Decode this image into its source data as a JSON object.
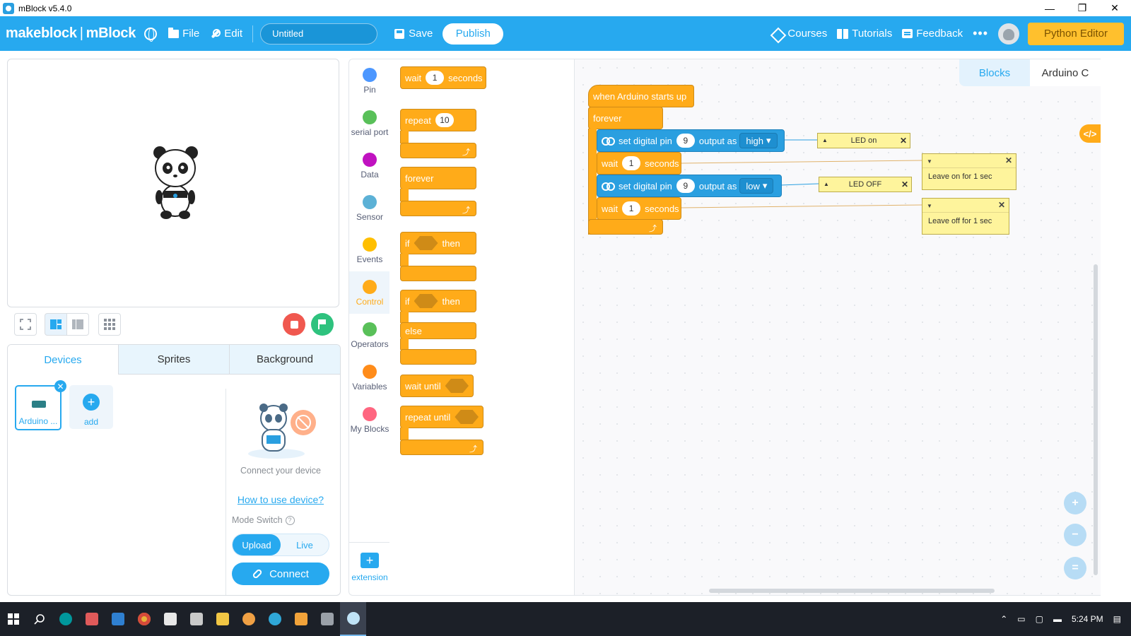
{
  "window": {
    "title": "mBlock v5.4.0",
    "controls": [
      "—",
      "❐",
      "✕"
    ]
  },
  "header": {
    "brand_left": "makeblock",
    "brand_sep": "|",
    "brand_right": "mBlock",
    "file_label": "File",
    "edit_label": "Edit",
    "project_name": "Untitled",
    "save_label": "Save",
    "publish_label": "Publish",
    "courses_label": "Courses",
    "tutorials_label": "Tutorials",
    "feedback_label": "Feedback",
    "more_label": "•••",
    "python_editor_label": "Python Editor"
  },
  "devices_panel": {
    "tabs": [
      "Devices",
      "Sprites",
      "Background"
    ],
    "active_tab": "Devices",
    "device_label": "Arduino ...",
    "add_label": "add",
    "close_glyph": "✕",
    "plus_glyph": "+",
    "connect_hint": "Connect your device",
    "howto_link": "How to use device?",
    "mode_switch_label": "Mode Switch",
    "help_glyph": "?",
    "mode_upload": "Upload",
    "mode_live": "Live",
    "connect_button": "Connect"
  },
  "categories": [
    {
      "name": "Pin",
      "color": "#4c97ff"
    },
    {
      "name": "serial port",
      "color": "#59c059"
    },
    {
      "name": "Data",
      "color": "#c012c0"
    },
    {
      "name": "Sensor",
      "color": "#5cb1d6"
    },
    {
      "name": "Events",
      "color": "#ffbf00"
    },
    {
      "name": "Control",
      "color": "#ffab19"
    },
    {
      "name": "Operators",
      "color": "#59c059"
    },
    {
      "name": "Variables",
      "color": "#ff8c1a"
    },
    {
      "name": "My Blocks",
      "color": "#ff6680"
    }
  ],
  "active_category": "Control",
  "extension_label": "extension",
  "extension_glyph": "+",
  "palette": {
    "wait": {
      "label": "wait",
      "value": "1",
      "suffix": "seconds"
    },
    "repeat": {
      "label": "repeat",
      "value": "10"
    },
    "forever": {
      "label": "forever"
    },
    "if_then": {
      "if": "if",
      "then": "then"
    },
    "if_else": {
      "if": "if",
      "then": "then",
      "else": "else"
    },
    "wait_until": {
      "label": "wait until"
    },
    "repeat_until": {
      "label": "repeat until"
    },
    "loop_glyph": "⤴"
  },
  "code_view_tabs": [
    "Blocks",
    "Arduino C"
  ],
  "code_toggle_label": "</>",
  "script": {
    "hat": "when Arduino starts up",
    "forever": "forever",
    "set_pin_1": {
      "label": "set digital pin",
      "pin": "9",
      "mid": "output as",
      "level": "high"
    },
    "wait_1": {
      "label": "wait",
      "value": "1",
      "suffix": "seconds"
    },
    "set_pin_2": {
      "label": "set digital pin",
      "pin": "9",
      "mid": "output as",
      "level": "low"
    },
    "wait_2": {
      "label": "wait",
      "value": "1",
      "suffix": "seconds"
    },
    "loop_glyph": "⤴"
  },
  "comments": {
    "led_on": "LED on",
    "led_off": "LED OFF",
    "leave_on": "Leave on for 1 sec",
    "leave_off": "Leave off for 1 sec",
    "tri_up": "▲",
    "tri_down": "▼",
    "close": "✕"
  },
  "zoom": {
    "in": "+",
    "out": "−",
    "reset": "="
  },
  "taskbar": {
    "time": "5:24 PM",
    "apps": [
      "windows-start",
      "search",
      "arduino",
      "paint",
      "mail",
      "chrome",
      "acrobat",
      "files",
      "explorer",
      "firefox",
      "edge",
      "media",
      "store",
      "mblock"
    ]
  }
}
